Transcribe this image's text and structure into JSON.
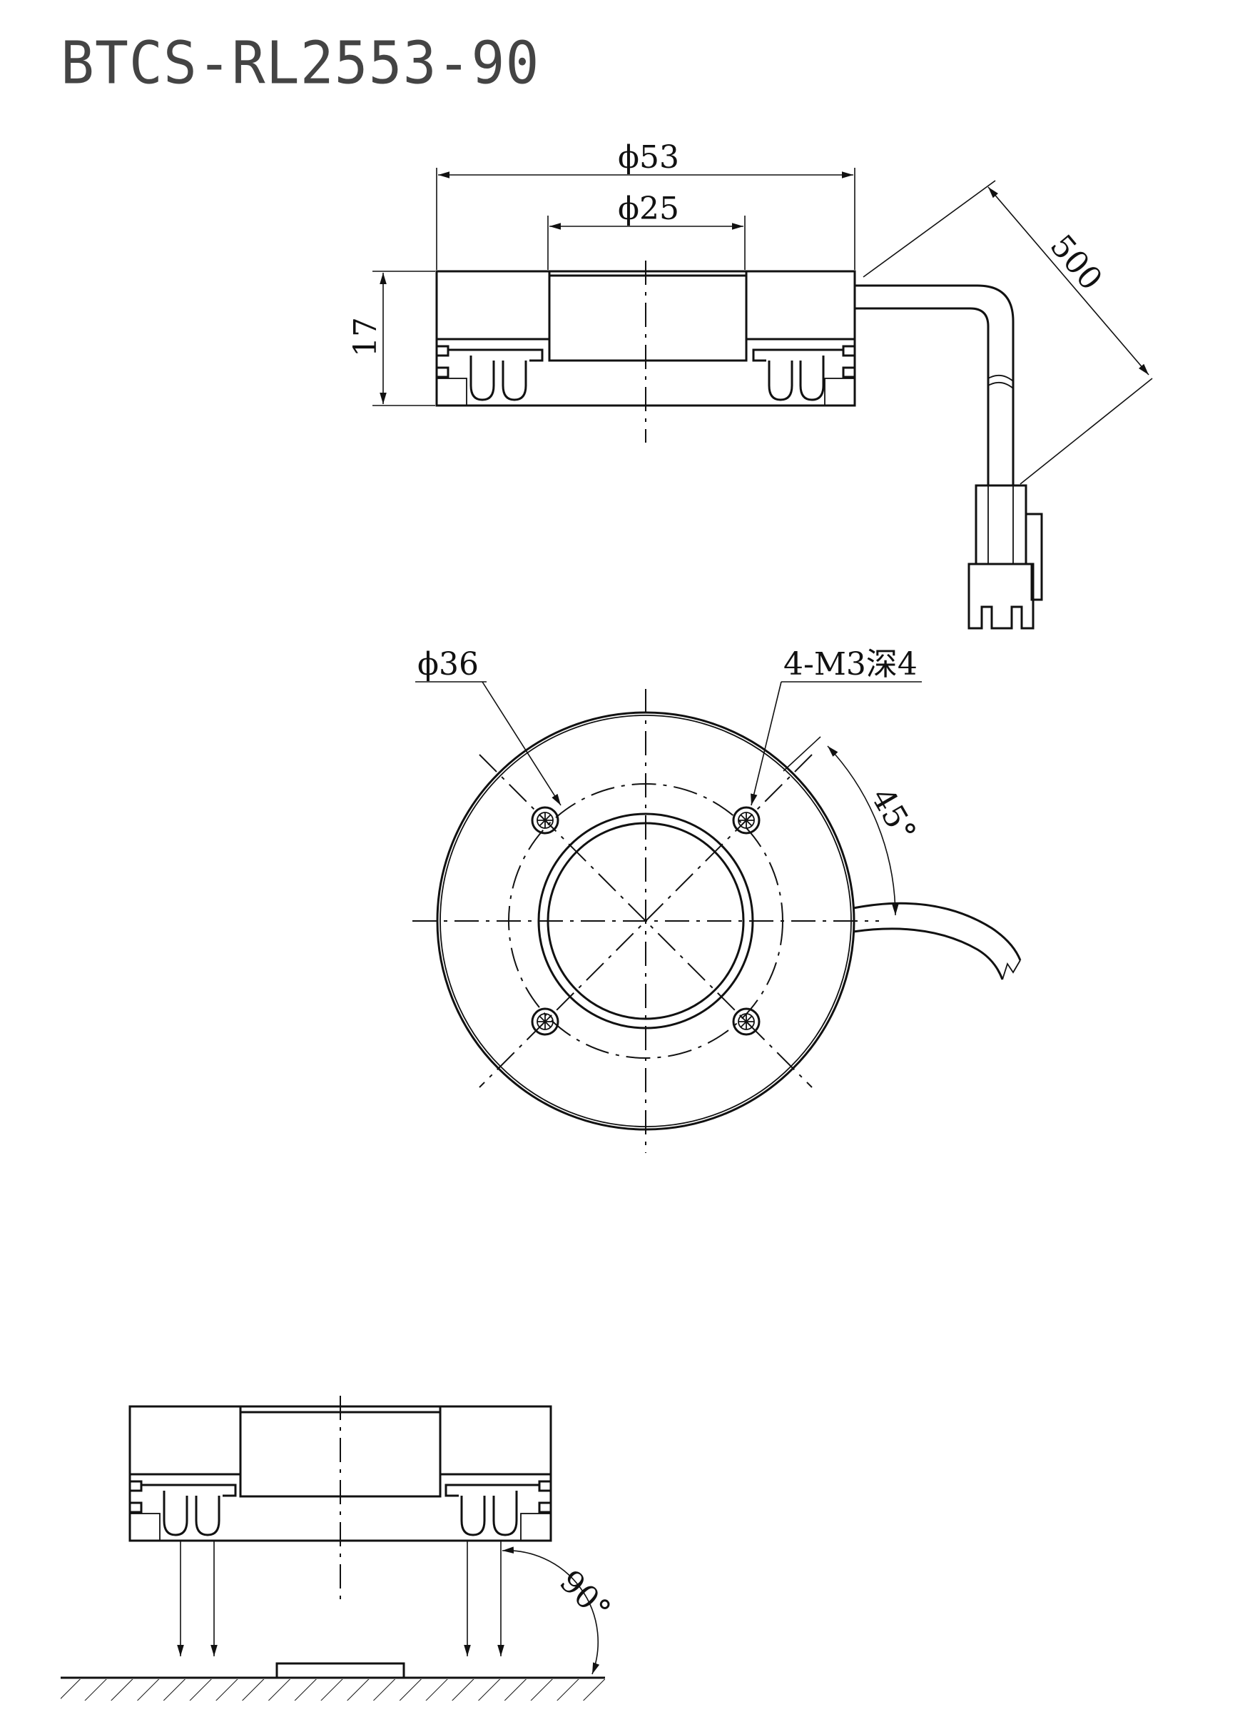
{
  "title": "BTCS-RL2553-90",
  "dimensions": {
    "outer_diameter": "ϕ53",
    "inner_diameter": "ϕ25",
    "height": "17",
    "cable_length": "500",
    "bolt_circle": "ϕ36",
    "threaded_holes": "4-M3深4",
    "angle_holes": "45°",
    "beam_angle": "90°"
  }
}
